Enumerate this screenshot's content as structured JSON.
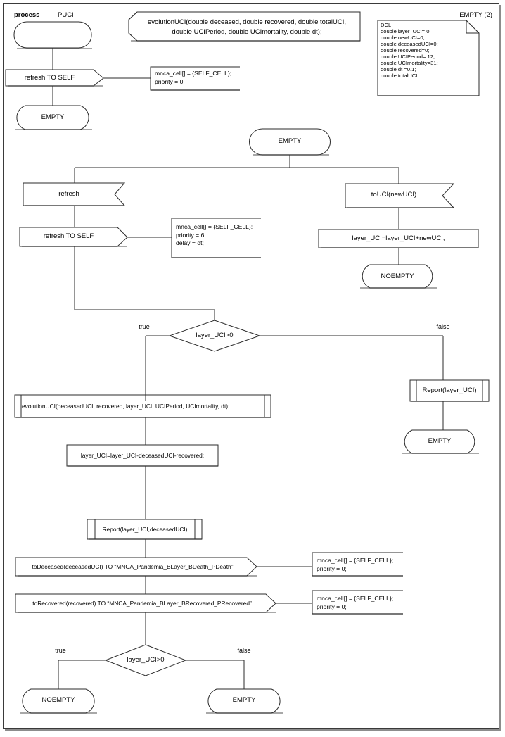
{
  "diagram": {
    "type": "SDL process diagram",
    "header": {
      "keyword": "process",
      "name": "PUCI",
      "page_label": "EMPTY (2)"
    },
    "procedure_declaration": {
      "line1": "evolutionUCI(double deceased, double recovered, double totalUCI,",
      "line2": "double UCIPeriod, double UCImortality, double dt);"
    },
    "dcl": {
      "title": "DCL",
      "lines": [
        "double layer_UCI= 0;",
        "double newUCI=0;",
        "double deceasedUCI=0;",
        "double recovered=0;",
        "double UCIPeriod= 12;",
        "double UCImortality=31;",
        "double dt =0.1;",
        "double totalUCI;"
      ]
    },
    "nodes": {
      "start_state": "",
      "out_refresh_self_top": "refresh TO SELF",
      "state_empty_top": "EMPTY",
      "state_empty_mid": "EMPTY",
      "in_refresh": "refresh",
      "out_refresh_self_mid": "refresh TO SELF",
      "in_toUCI": "toUCI(newUCI)",
      "task_add_newUCI": "layer_UCI=layer_UCI+newUCI;",
      "state_noempty_right": "NOEMPTY",
      "decision_1": "layer_UCI>0",
      "decision_1_true": "true",
      "decision_1_false": "false",
      "call_evolutionUCI": "evolutionUCI(deceasedUCI, recovered, layer_UCI, UCIPeriod, UCImortality, dt);",
      "task_subtract": "layer_UCI=layer_UCI-deceasedUCI-recovered;",
      "call_report_1": "Report(layer_UCI)",
      "state_empty_right": "EMPTY",
      "call_report_2": "Report(layer_UCI,deceasedUCI)",
      "out_toDeceased": "toDeceased(deceasedUCI) TO “MNCA_Pandemia_BLayer_BDeath_PDeath”",
      "out_toRecovered": "toRecovered(recovered) TO “MNCA_Pandemia_BLayer_BRecovered_PRecovered”",
      "decision_2": "layer_UCI>0",
      "decision_2_true": "true",
      "decision_2_false": "false",
      "state_noempty_bottom": "NOEMPTY",
      "state_empty_bottom": "EMPTY"
    },
    "comments": {
      "c1": "mnca_cell[] = {SELF_CELL};\npriority = 0;",
      "c2": "mnca_cell[] = {SELF_CELL};\npriority = 6;\ndelay = dt;",
      "c3": "mnca_cell[] = {SELF_CELL};\npriority = 0;",
      "c4": "mnca_cell[] = {SELF_CELL};\npriority = 0;"
    },
    "colors": {
      "line": "#2b2b2b",
      "shadow": "#8c8c8c",
      "text": "#000000",
      "background": "#ffffff"
    }
  }
}
